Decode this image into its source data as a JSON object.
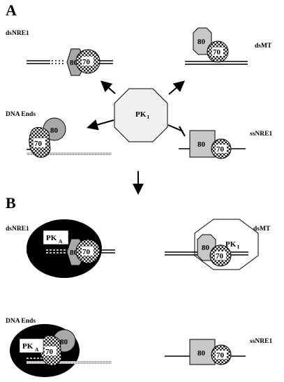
{
  "panels": {
    "a": "A",
    "b": "B"
  },
  "labels": {
    "dsNRE1": "dsNRE1",
    "dsMT": "dsMT",
    "dna_ends": "DNA Ends",
    "ssNRE1": "ssNRE1"
  },
  "proteins": {
    "ku80": "80",
    "ku70": "70",
    "pk": "PK",
    "inactive_sub": "I",
    "active_sub": "A"
  },
  "colors": {
    "stroke": "#000000",
    "ku80_gray": "#c8c8c8",
    "ku80_dark": "#a8a8a8",
    "pk_fill": "#f0f0f0",
    "pk_active": "#000000",
    "checker_dark": "#1a1a1a",
    "gray_strand": "#bcbcbc"
  }
}
